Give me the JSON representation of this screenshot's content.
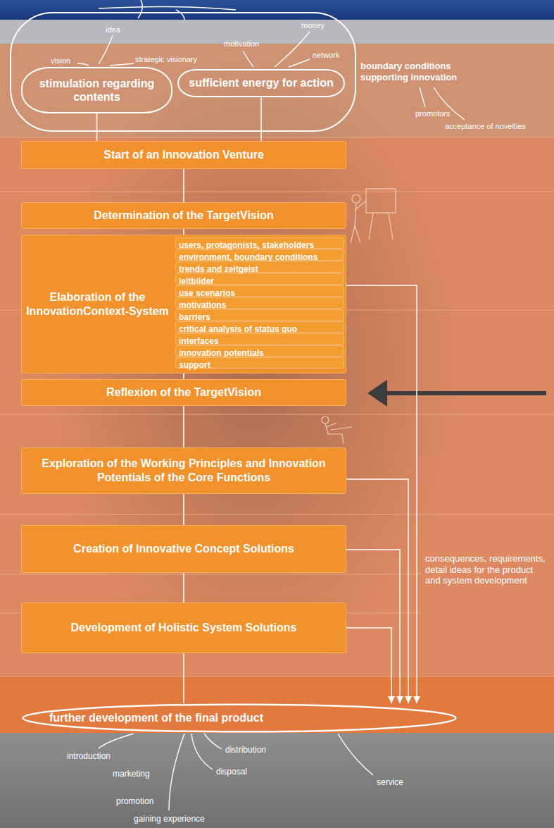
{
  "diagram": {
    "nodes": [
      {
        "text": [
          "stimulation regarding contents"
        ]
      },
      {
        "text": [
          "sufficient energy for action"
        ]
      },
      {
        "text": [
          "Start of an Innovation Venture"
        ]
      },
      {
        "text": [
          "Determination of the TargetVision"
        ]
      },
      {
        "text": [
          "Elaboration of the InnovationContext-System"
        ]
      },
      {
        "text": [
          "users, protagonists, stakeholders"
        ],
        "in": 4
      },
      {
        "text": [
          "environment, boundary conditions"
        ],
        "in": 4
      },
      {
        "text": [
          "trends and zeitgeist"
        ],
        "in": 4
      },
      {
        "text": [
          "leitbilder"
        ],
        "in": 4
      },
      {
        "text": [
          "use scenarios"
        ],
        "in": 4
      },
      {
        "text": [
          "motivations"
        ],
        "in": 4
      },
      {
        "text": [
          "barriers"
        ],
        "in": 4
      },
      {
        "text": [
          "critical analysis of status quo"
        ],
        "in": 4
      },
      {
        "text": [
          "interfaces"
        ],
        "in": 4
      },
      {
        "text": [
          "innovation potentials"
        ],
        "in": 4
      },
      {
        "text": [
          "support"
        ],
        "in": 4
      },
      {
        "text": [
          "Reflexion of the TargetVision"
        ]
      },
      {
        "text": [
          "Exploration of the Working Principles and Innovation Potentials of the Core Functions"
        ]
      },
      {
        "text": [
          "Creation of Innovative Concept Solutions"
        ]
      },
      {
        "text": [
          "Development of Holistic System Solutions"
        ]
      },
      {
        "text": [
          "further development of the final product"
        ]
      }
    ],
    "edges": [
      {
        "from": 0,
        "to": 2,
        "arrow": "none"
      },
      {
        "from": 1,
        "to": 2,
        "arrow": "none"
      },
      {
        "from": 2,
        "to": 3,
        "arrow": "none"
      },
      {
        "from": 3,
        "to": 4,
        "arrow": "none"
      },
      {
        "from": 4,
        "to": 16,
        "arrow": "none"
      },
      {
        "from": 16,
        "to": 17,
        "arrow": "none"
      },
      {
        "from": 17,
        "to": 18,
        "arrow": "none"
      },
      {
        "from": 18,
        "to": 19,
        "arrow": "none"
      },
      {
        "from": 19,
        "to": 20,
        "arrow": "none"
      },
      {
        "from": 4,
        "to": 20,
        "arrow": "to"
      },
      {
        "from": 17,
        "to": 20,
        "arrow": "to"
      },
      {
        "from": 18,
        "to": 20,
        "arrow": "to"
      },
      {
        "from": 19,
        "to": 20,
        "arrow": "to"
      }
    ],
    "labels": [
      "idea",
      "money",
      "motivation",
      "vision",
      "strategic visionary",
      "network",
      "boundary conditions supporting innovation",
      "promotors",
      "acceptance of novelties",
      "consequences, requirements, detail ideas for the product and system development",
      "introduction",
      "distribution",
      "marketing",
      "disposal",
      "service",
      "promotion",
      "gaining experience"
    ]
  }
}
